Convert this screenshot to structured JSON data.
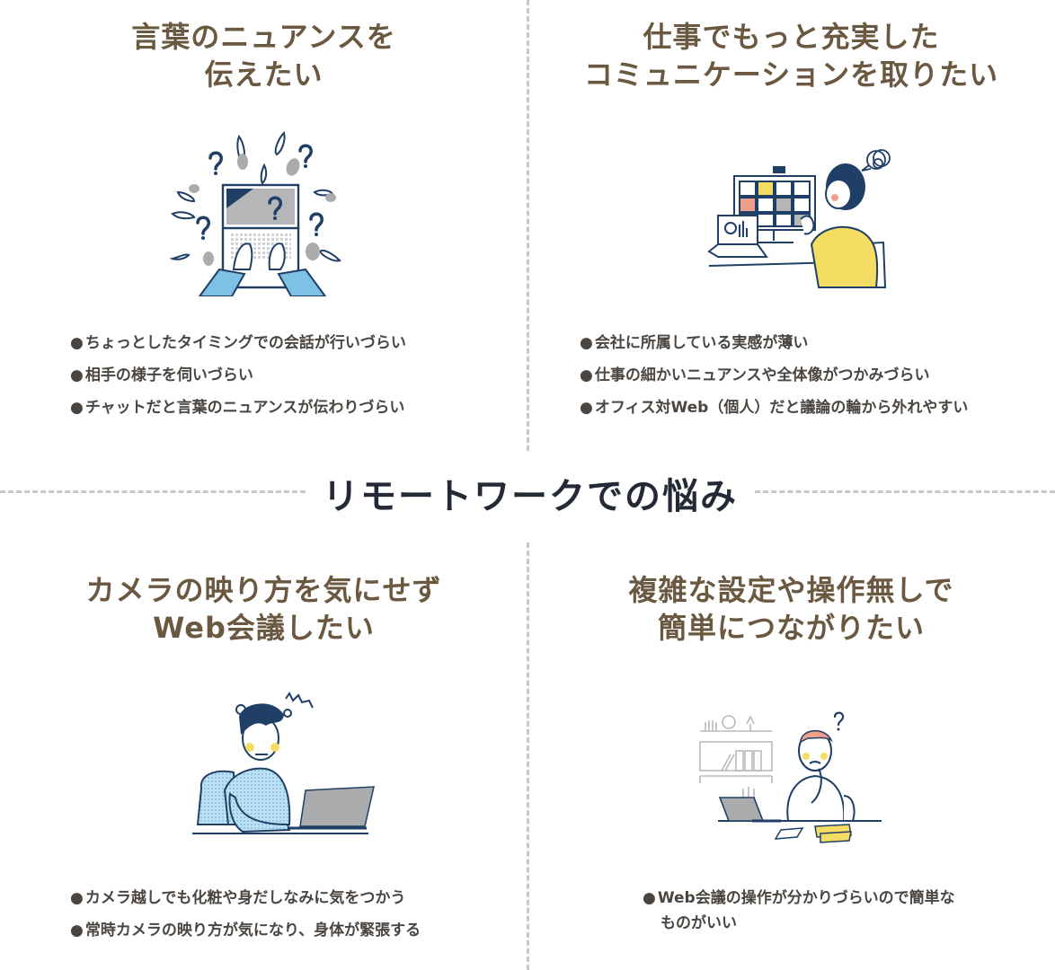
{
  "center_title": "リモートワークでの悩み",
  "colors": {
    "heading_brown": "#6b5840",
    "center_title_navy": "#232a35",
    "bullet_text": "#4a4540",
    "divider_gray": "#c8c8c8",
    "illustration_navy": "#1f3f66",
    "illustration_blue": "#7fc0e6",
    "illustration_yellow": "#f5dc62",
    "illustration_gray": "#a9abad",
    "illustration_salmon": "#f0a08a"
  },
  "quadrants": [
    {
      "title_line1": "言葉のニュアンスを",
      "title_line2": "伝えたい",
      "illustration": "confused-laptop-question-marks",
      "bullet_marker": "●",
      "bullets": [
        "ちょっとしたタイミングでの会話が行いづらい",
        "相手の様子を伺いづらい",
        "チャットだと言葉のニュアンスが伝わりづらい"
      ]
    },
    {
      "title_line1": "仕事でもっと充実した",
      "title_line2": "コミュニケーションを取りたい",
      "illustration": "woman-video-meeting",
      "bullet_marker": "●",
      "bullets": [
        "会社に所属している実感が薄い",
        "仕事の細かいニュアンスや全体像がつかみづらい",
        "オフィス対Web（個人）だと議論の輪から外れやすい"
      ]
    },
    {
      "title_line1": "カメラの映り方を気にせず",
      "title_line2": "Web会議したい",
      "illustration": "stressed-man-laptop",
      "bullet_marker": "●",
      "bullets": [
        "カメラ越しでも化粧や身だしなみに気をつかう",
        "常時カメラの映り方が気になり、身体が緊張する"
      ]
    },
    {
      "title_line1": "複雑な設定や操作無しで",
      "title_line2": "簡単につながりたい",
      "illustration": "puzzled-man-desk",
      "bullet_marker": "●",
      "bullets": [
        "Web会議の操作が分かりづらいので簡単なものがいい"
      ]
    }
  ]
}
